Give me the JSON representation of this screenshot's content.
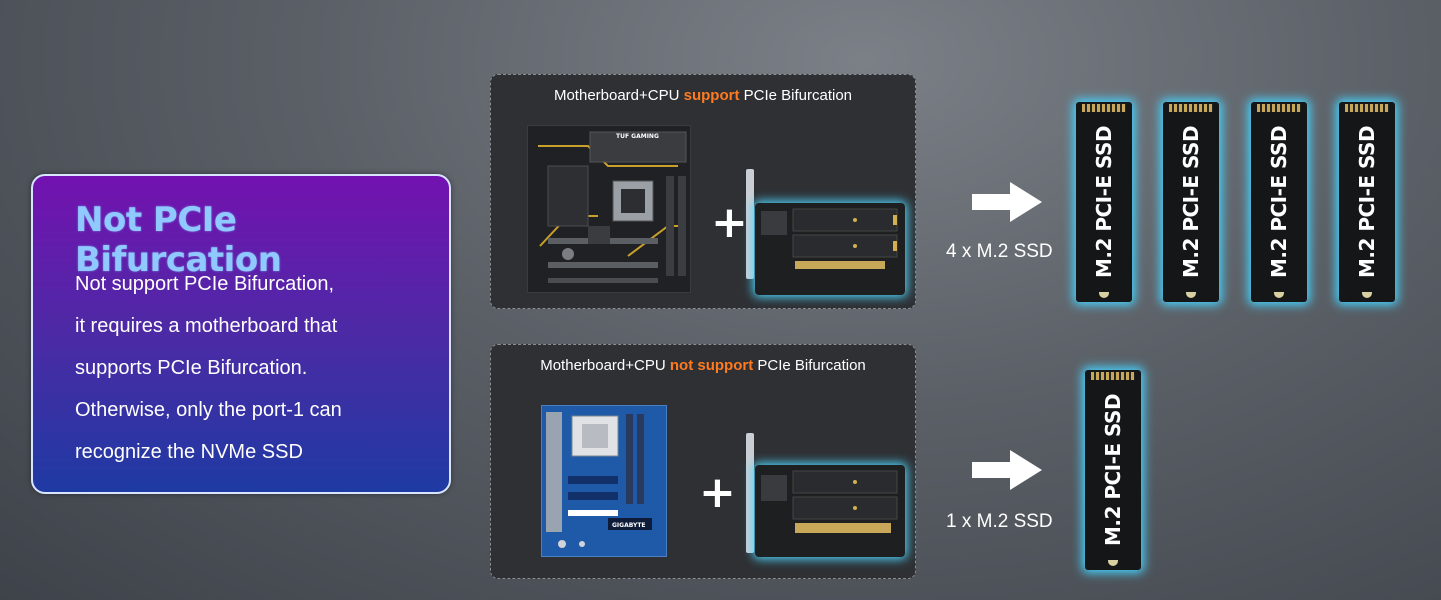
{
  "info_card": {
    "title": "Not PCIe Bifurcation",
    "lines": [
      "Not support PCIe Bifurcation,",
      "it requires a motherboard that",
      "supports PCIe Bifurcation.",
      "Otherwise, only the port-1 can",
      "recognize the NVMe SSD"
    ]
  },
  "scenario_support": {
    "heading_prefix": "Motherboard+CPU ",
    "heading_highlight": "support",
    "heading_suffix": " PCIe Bifurcation",
    "plus": "+",
    "result_label": "4 x M.2 SSD",
    "mobo_text": "TUF GAMING"
  },
  "scenario_not_support": {
    "heading_prefix": "Motherboard+CPU ",
    "heading_highlight": "not support",
    "heading_suffix": " PCIe Bifurcation",
    "plus": "+",
    "result_label": "1 x M.2 SSD",
    "mobo_text": "GIGABYTE"
  },
  "ssd_label": "M.2 PCI-E SSD",
  "colors": {
    "highlight": "#ff7a1f",
    "title": "#8fc9ff",
    "glow": "#46d3ff"
  }
}
